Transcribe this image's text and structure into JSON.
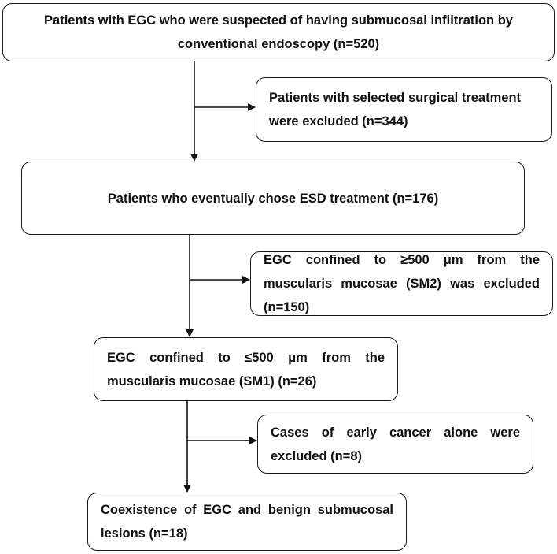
{
  "flowchart": {
    "nodes": [
      {
        "id": "box1",
        "text": "Patients with EGC who were suspected of having submucosal infiltration by conventional endoscopy (n=520)"
      },
      {
        "id": "box2",
        "text": "Patients with selected surgical treatment were excluded (n=344)"
      },
      {
        "id": "box3",
        "text": "Patients who eventually chose ESD treatment (n=176)"
      },
      {
        "id": "box4",
        "text": "EGC confined to ≥500 μm from the muscularis mucosae (SM2) was excluded (n=150)"
      },
      {
        "id": "box5",
        "text": "EGC confined to ≤500 μm from the muscularis mucosae (SM1) (n=26)"
      },
      {
        "id": "box6",
        "text": "Cases of early cancer alone were excluded (n=8)"
      },
      {
        "id": "box7",
        "text": "Coexistence of EGC and benign submucosal lesions (n=18)"
      }
    ],
    "edges": [
      {
        "from": "box1",
        "to": "box3"
      },
      {
        "from": "box1",
        "to": "box2"
      },
      {
        "from": "box3",
        "to": "box5"
      },
      {
        "from": "box3",
        "to": "box4"
      },
      {
        "from": "box5",
        "to": "box7"
      },
      {
        "from": "box5",
        "to": "box6"
      }
    ]
  }
}
